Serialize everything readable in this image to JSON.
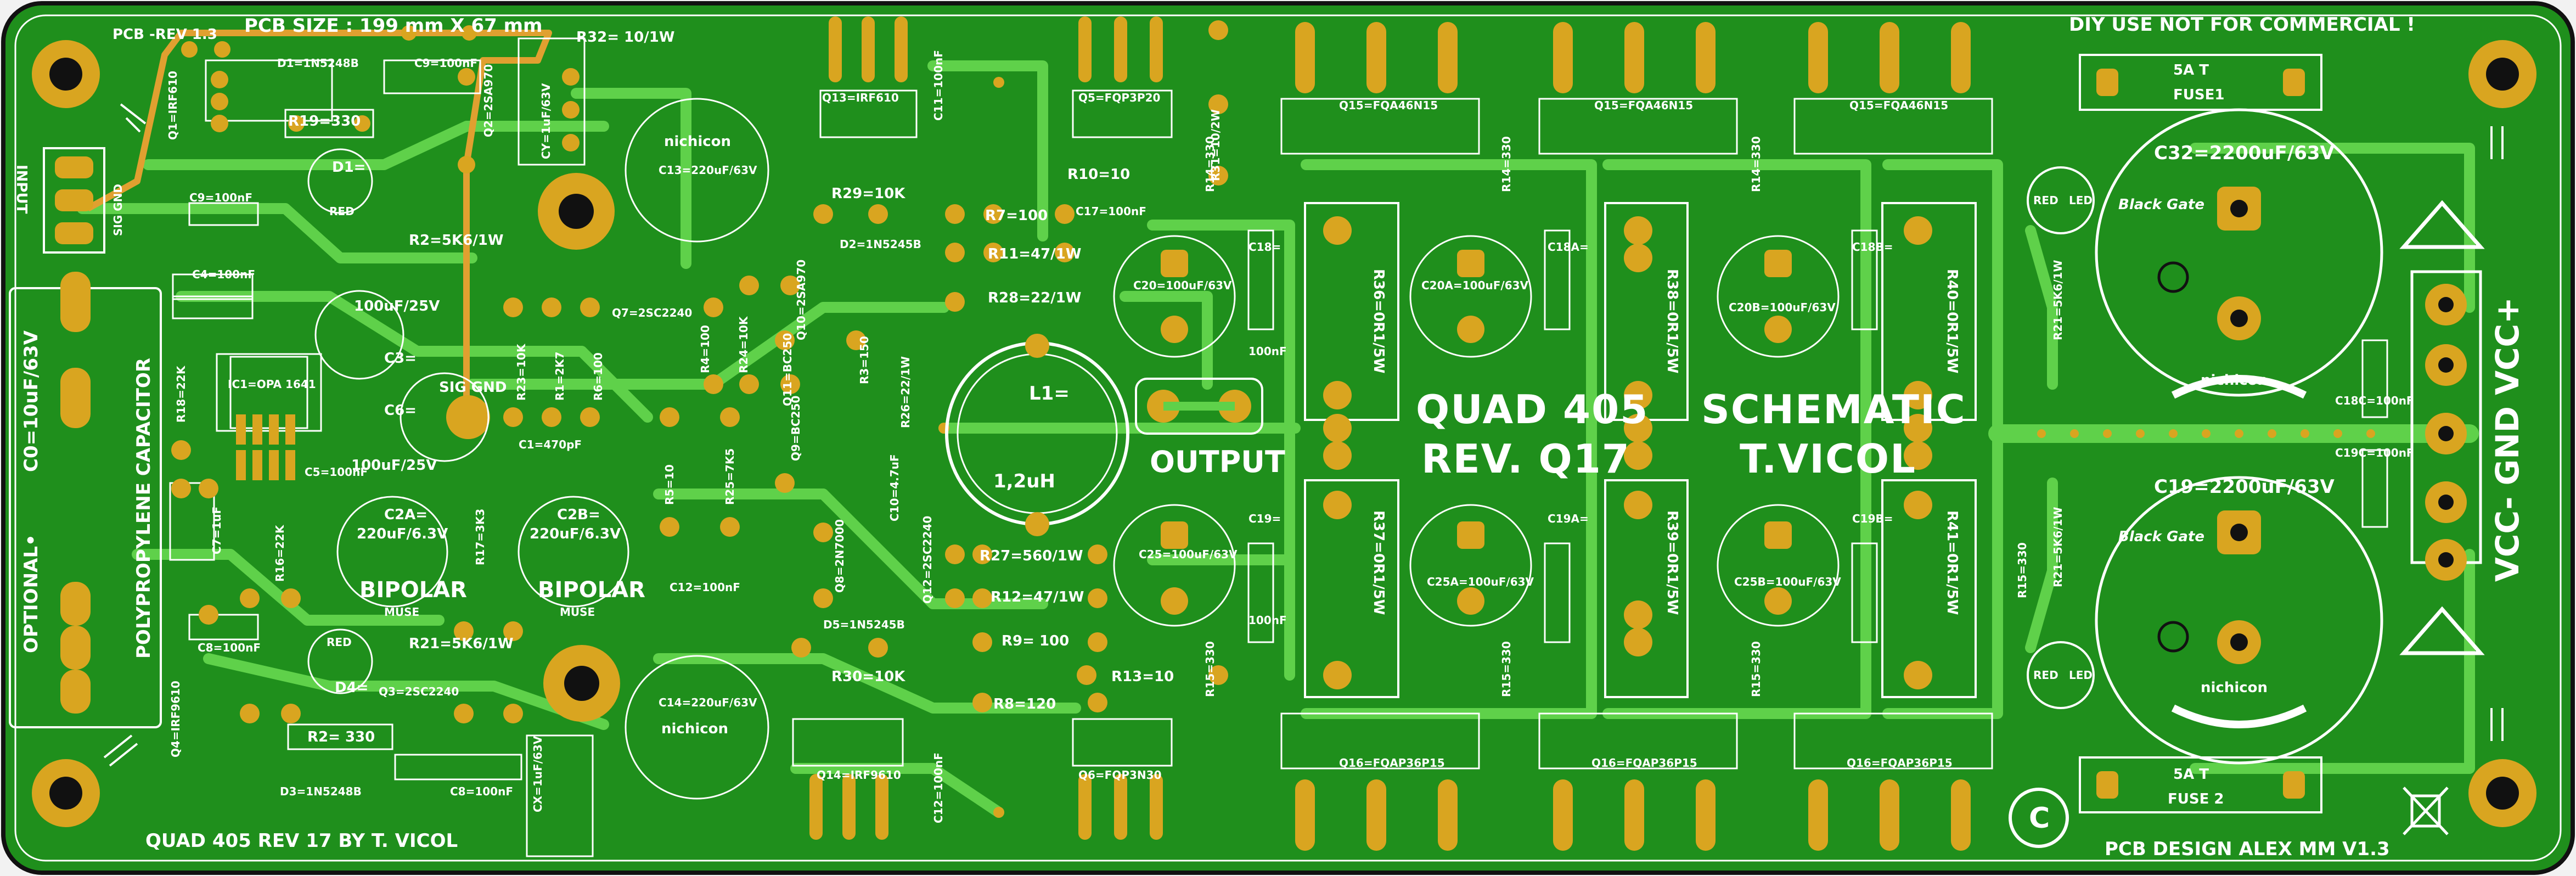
{
  "colors": {
    "board": "#1f8f1c",
    "copper_trace": "#5fd14a",
    "pad_gold": "#d9a520",
    "silkscreen": "#ffffff",
    "outline": "#1a1a1a"
  },
  "header": {
    "pcb_rev": "PCB -REV 1.3",
    "pcb_size": "PCB SIZE : 199 mm X 67 mm",
    "disclaimer": "DIY USE NOT FOR COMMERCIAL !"
  },
  "titles": {
    "quad": "QUAD 405",
    "rev": "REV. Q17",
    "schematic": "SCHEMATIC",
    "author": "T.VICOL",
    "output": "OUTPUT",
    "footer_left": "QUAD 405  REV 17 BY T. VICOL",
    "footer_right": "PCB DESIGN ALEX MM V1.3",
    "copyright": "C"
  },
  "labels": {
    "input": "INPUT",
    "sig_gnd": "SIG GND",
    "sig_gnd2": "SIG GND",
    "optional": "OPTIONAL•",
    "polypropylene": "POLYPROPYLENE CAPACITOR",
    "c0": "C0=10uF/63V",
    "vcc": "VCC-  GND  VCC+",
    "l1": "L1=",
    "l1_val": "1,2uH",
    "bipolar": "BIPOLAR",
    "muse": "MUSE"
  },
  "components": {
    "d1": "D1=1N5248B",
    "c9a": "C9=100nF",
    "q1": "Q1=IRF610",
    "r19": "R19=330",
    "q2": "Q2=2SA970",
    "c9b": "C9=100nF",
    "d1led": "D1=",
    "red1": "RED",
    "r2a": "R2=5K6/1W",
    "cy": "CY=1uF/63V",
    "r32": "R32= 10/1W",
    "c13": "C13=220uF/63V",
    "nichicon1": "nichicon",
    "q13": "Q13=IRF610",
    "c11": "C11=100nF",
    "r29": "R29=10K",
    "d2": "D2=1N5245B",
    "q5": "Q5=FQP3P20",
    "r10": "R10=10",
    "r31": "R31=10/2W",
    "r7": "R7=100",
    "c17": "C17=100nF",
    "r11": "R11=47/1W",
    "r28": "R28=22/1W",
    "r26": "R26=22/1W",
    "c4": "C4=100nF",
    "c3": "100uF/25V",
    "c3b": "C3=",
    "ic1": "IC1=OPA 1641",
    "r18": "R18=22K",
    "c6": "C6=",
    "c6b": "100uF/25V",
    "c5": "C5=100nF",
    "q7": "Q7=2SC2240",
    "r23": "R23=10K",
    "r1": "R1=2K7",
    "r6": "R6=100",
    "r4": "R4=100",
    "r24": "R24=10K",
    "q10": "Q10=2SA970",
    "q11": "Q11=BC250",
    "r3": "R3=150",
    "q9": "Q9=BC250",
    "c1": "C1=470pF",
    "c7": "C7=1uF",
    "r16": "R16=22K",
    "c2a": "C2A=",
    "c2a_val": "220uF/6.3V",
    "r17": "R17=3K3",
    "c2b": "C2B=",
    "c2b_val": "220uF/6.3V",
    "r5": "R5=10",
    "r25": "R25=7K5",
    "q8": "Q8=2N7000",
    "c10": "C10=4.7uF",
    "q12": "Q12=2SC2240",
    "r27": "R27=560/1W",
    "r12": "R12=47/1W",
    "r9": "R9= 100",
    "c8a": "C8=100nF",
    "red4": "RED",
    "d4": "D4=",
    "r21a": "R21=5K6/1W",
    "c12a": "C12=100nF",
    "c14": "C14=220uF/63V",
    "nichicon2": "nichicon",
    "d5": "D5=1N5245B",
    "r30": "R30=10K",
    "r13": "R13=10",
    "r8": "R8=120",
    "q4": "Q4=IRF9610",
    "r2b": "R2= 330",
    "q3": "Q3=2SC2240",
    "d3": "D3=1N5248B",
    "c8b": "C8=100nF",
    "cx": "CX=1uF/63V",
    "q14": "Q14=IRF9610",
    "c12b": "C12=100nF",
    "q6": "Q6=FQP3N30",
    "q15a": "Q15=FQA46N15",
    "q15b": "Q15=FQA46N15",
    "q15c": "Q15=FQA46N15",
    "r14a": "R14=330",
    "r14b": "R14=330",
    "r14c": "R14=330",
    "c20": "C20=100uF/63V",
    "c20a": "C20A=100uF/63V",
    "c20b": "C20B=100uF/63V",
    "c18": "C18=",
    "c18a": "C18A=",
    "c18b": "C18B=",
    "r36": "R36=0R1/5W",
    "r38": "R38=0R1/5W",
    "r40": "R40=0R1/5W",
    "r37": "R37=0R1/5W",
    "r39": "R39=0R1/5W",
    "r41": "R41=0R1/5W",
    "c25": "C25=100uF/63V",
    "c25a": "C25A=100uF/63V",
    "c25b": "C25B=100uF/63V",
    "c19": "C19=",
    "c19a": "C19A=",
    "c19b": "C19B=",
    "r15a": "R15=330",
    "r15b": "R15=330",
    "r15c": "R15=330",
    "q16a": "Q16=FQAP36P15",
    "q16b": "Q16=FQAP36P15",
    "q16c": "Q16=FQAP36P15",
    "fuse1_rating": "5A T",
    "fuse1": "FUSE1",
    "fuse2_rating": "5A T",
    "fuse2": "FUSE 2",
    "c32": "C32=2200uF/63V",
    "c19big": "C19=2200uF/63V",
    "nichicon3": "nichicon",
    "nichicon4": "nichicon",
    "black_gate": "Black Gate",
    "r21b": "R21=5K6/1W",
    "r21c": "R21=5K6/1W",
    "r15d": "R15=330",
    "red_led1": "RED",
    "led1": "LED",
    "red_led2": "RED",
    "led2": "LED",
    "c18c": "C18C=100nF",
    "c19c": "C19C=100nF",
    "nf100": "100nF"
  }
}
